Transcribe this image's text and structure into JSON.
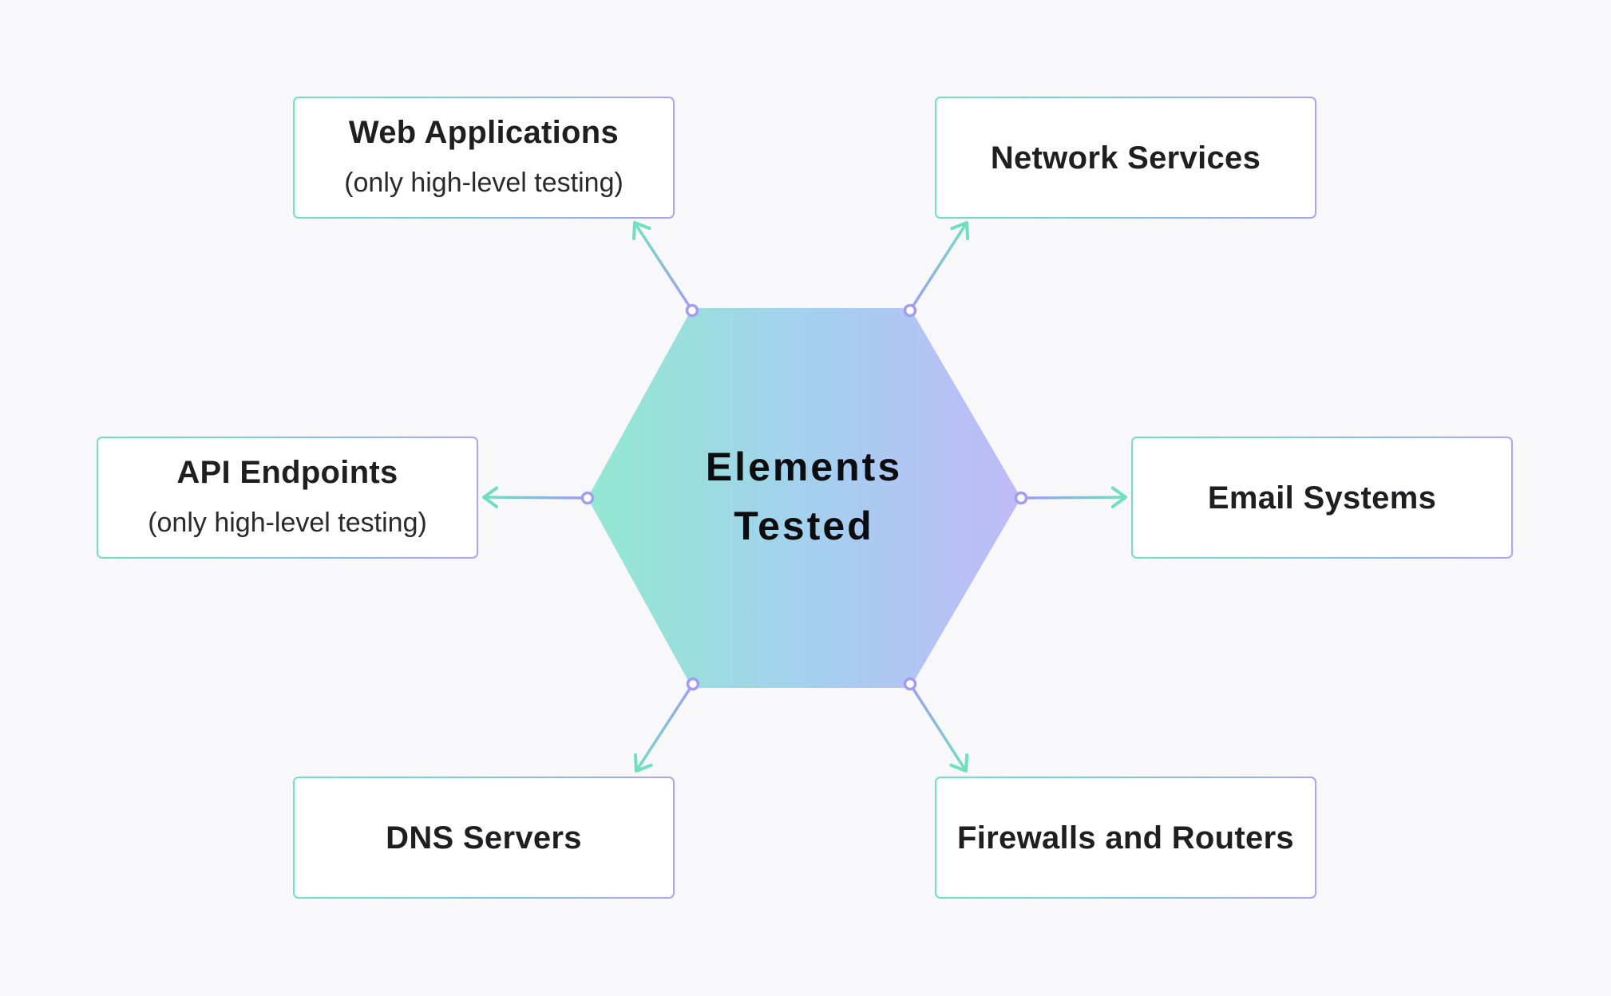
{
  "center": {
    "title_line1": "Elements",
    "title_line2": "Tested",
    "gradient": [
      "#93e6d2",
      "#a3d3ec",
      "#bcbdf7"
    ]
  },
  "nodes": [
    {
      "id": "web-applications",
      "title": "Web Applications",
      "subtitle": "(only high-level testing)",
      "position": "top-left"
    },
    {
      "id": "network-services",
      "title": "Network Services",
      "subtitle": "",
      "position": "top-right"
    },
    {
      "id": "api-endpoints",
      "title": "API Endpoints",
      "subtitle": "(only high-level testing)",
      "position": "middle-left"
    },
    {
      "id": "email-systems",
      "title": "Email Systems",
      "subtitle": "",
      "position": "middle-right"
    },
    {
      "id": "dns-servers",
      "title": "DNS Servers",
      "subtitle": "",
      "position": "bottom-left"
    },
    {
      "id": "firewalls-and-routers",
      "title": "Firewalls and Routers",
      "subtitle": "",
      "position": "bottom-right"
    }
  ],
  "colors": {
    "background": "#f8f7fa",
    "accent_green": "#6fe0bf",
    "accent_purple": "#a39df0",
    "text": "#1f1f22"
  }
}
